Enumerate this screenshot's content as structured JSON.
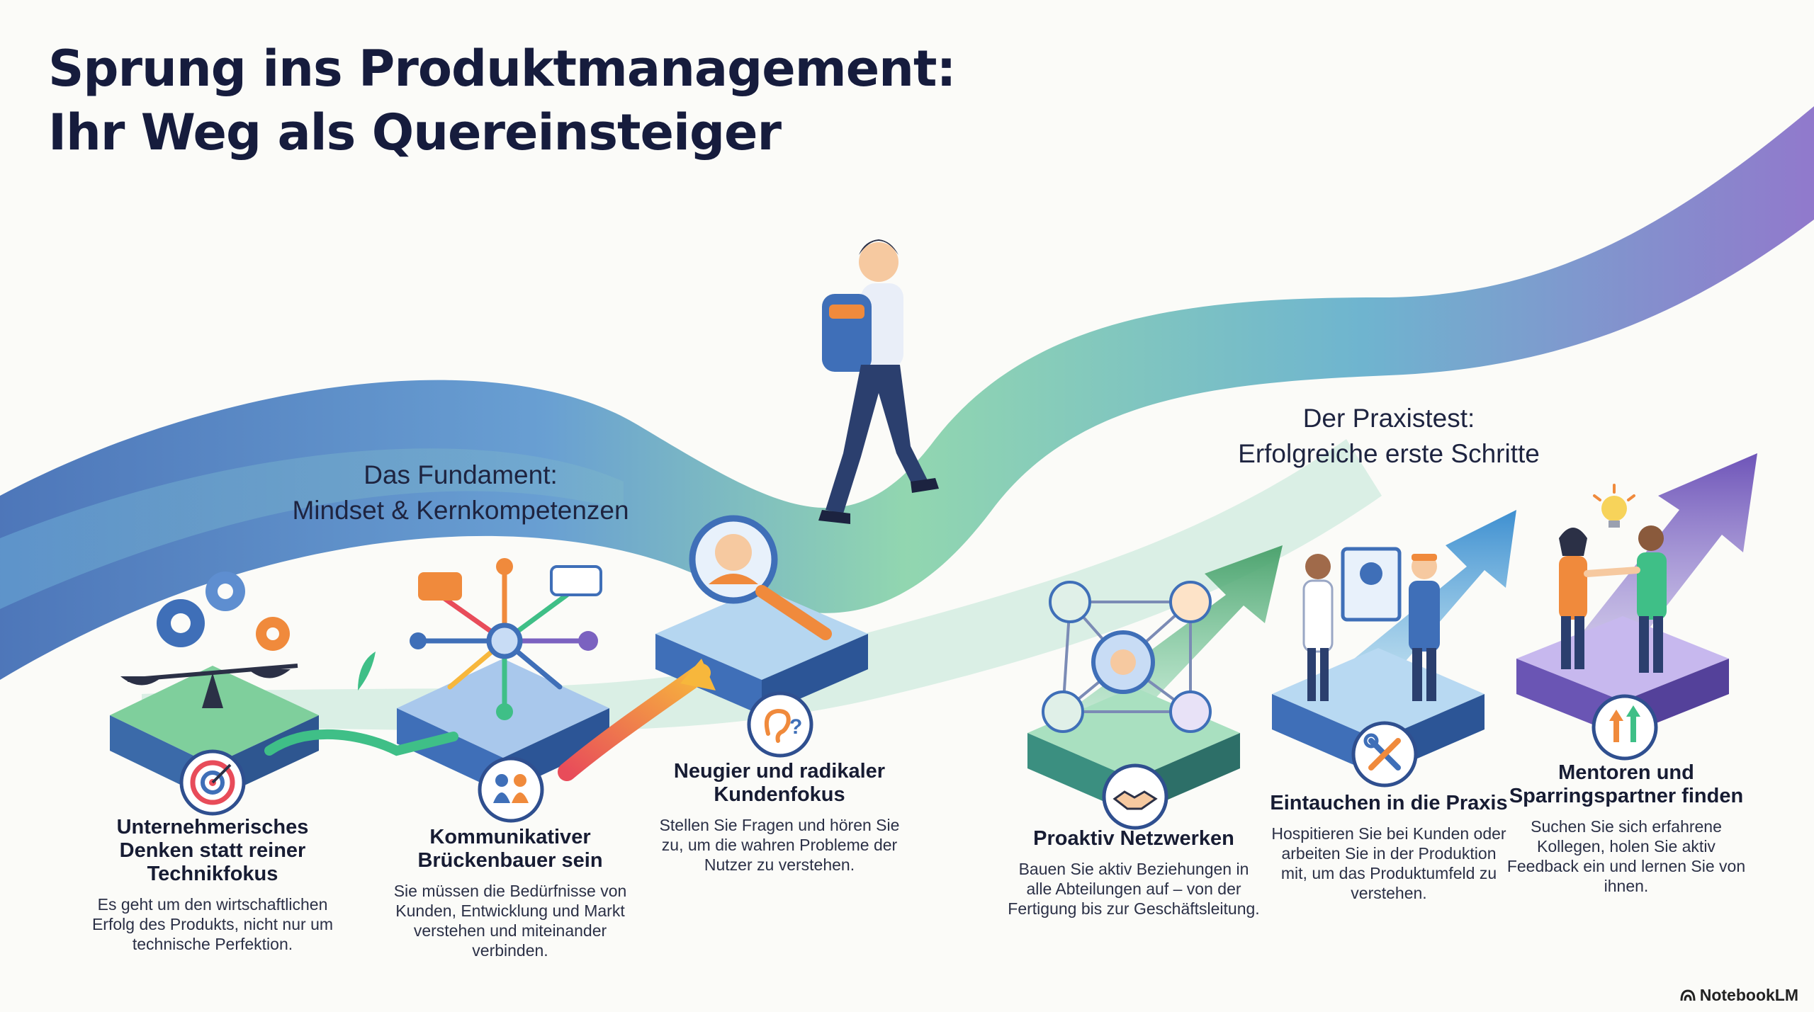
{
  "title_line1": "Sprung ins Produktmanagement:",
  "title_line2": "Ihr Weg als Quereinsteiger",
  "section1": {
    "line1": "Das Fundament:",
    "line2": "Mindset & Kernkompetenzen"
  },
  "section2": {
    "line1": "Der Praxistest:",
    "line2": "Erfolgreiche erste Schritte"
  },
  "steps": [
    {
      "title": "Unternehmerisches Denken statt reiner Technikfokus",
      "text": "Es geht um den wirtschaftlichen Erfolg des Produkts, nicht nur um technische Perfektion.",
      "icon": "target-icon"
    },
    {
      "title": "Kommunikativer Brückenbauer sein",
      "text": "Sie müssen die Bedürfnisse von Kunden, Entwicklung und Markt verstehen und miteinander verbinden.",
      "icon": "people-icon"
    },
    {
      "title": "Neugier und radikaler Kundenfokus",
      "text": "Stellen Sie Fragen und hören Sie zu, um die wahren Probleme der Nutzer zu verstehen.",
      "icon": "ear-question-icon"
    },
    {
      "title": "Proaktiv Netzwerken",
      "text": "Bauen Sie aktiv Beziehungen in alle Abteilungen auf – von der Fertigung bis zur Geschäftsleitung.",
      "icon": "handshake-icon"
    },
    {
      "title": "Eintauchen in die Praxis",
      "text": "Hospitieren Sie bei Kunden oder arbeiten Sie in der Produktion mit, um das Produktumfeld zu verstehen.",
      "icon": "tools-icon"
    },
    {
      "title": "Mentoren und Sparringspartner finden",
      "text": "Suchen Sie sich erfahrene Kollegen, holen Sie aktiv Feedback ein und lernen Sie von ihnen.",
      "icon": "growth-arrows-icon"
    }
  ],
  "footer": {
    "brand": "NotebookLM"
  },
  "colors": {
    "title": "#161c3d",
    "blue": "#3f6fb8",
    "green": "#6cc79a",
    "purple": "#7b62c0",
    "orange": "#f08a3c"
  }
}
